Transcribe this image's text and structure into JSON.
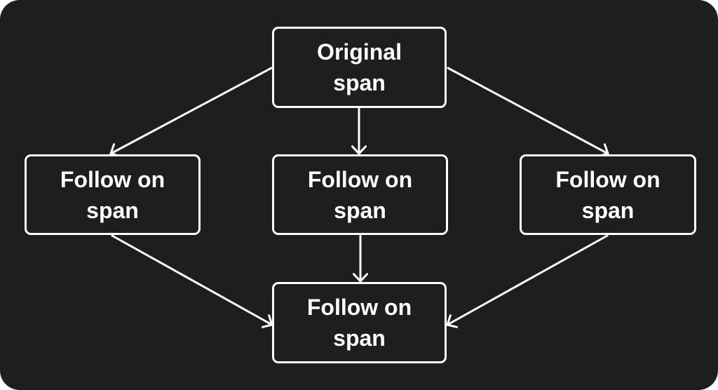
{
  "diagram": {
    "colors": {
      "background": "#1e1e1e",
      "stroke": "#ffffff",
      "text": "#ffffff"
    },
    "nodes": {
      "original": {
        "label": "Original\nspan"
      },
      "left": {
        "label": "Follow on\nspan"
      },
      "center": {
        "label": "Follow on\nspan"
      },
      "right": {
        "label": "Follow on\nspan"
      },
      "bottom": {
        "label": "Follow on\nspan"
      }
    },
    "edges": [
      {
        "from": "original",
        "to": "left"
      },
      {
        "from": "original",
        "to": "center"
      },
      {
        "from": "original",
        "to": "right"
      },
      {
        "from": "left",
        "to": "bottom"
      },
      {
        "from": "center",
        "to": "bottom"
      },
      {
        "from": "right",
        "to": "bottom"
      }
    ]
  }
}
